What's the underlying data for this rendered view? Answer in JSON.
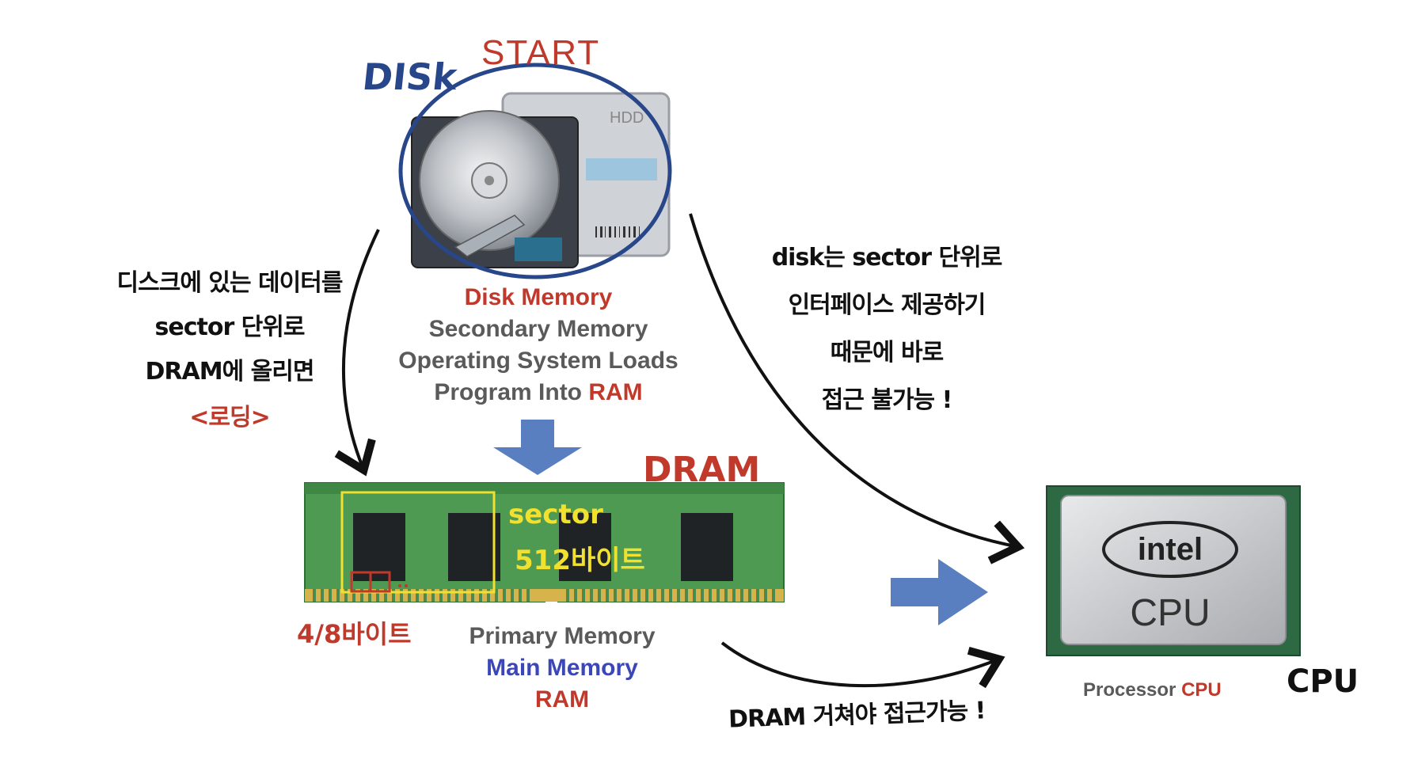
{
  "labels": {
    "start": "START",
    "disk": "DISk",
    "dram": "DRAM",
    "cpu": "CPU",
    "sector": "sector",
    "sector_size": "512바이트",
    "word_size": "4/8바이트",
    "chip_brand": "intel",
    "chip_text": "CPU",
    "hdd_text": "HDD"
  },
  "disk_caption": {
    "line1": "Disk Memory",
    "line2": "Secondary  Memory",
    "line3": "Operating System Loads",
    "line4a": "Program  Into ",
    "line4b": "RAM"
  },
  "ram_caption": {
    "line1": "Primary  Memory",
    "line2": "Main Memory",
    "line3": "RAM"
  },
  "cpu_caption": {
    "prefix": "Processor ",
    "suffix": "CPU"
  },
  "notes": {
    "left": [
      "디스크에 있는 데이터를",
      "sector 단위로",
      "DRAM에 올리면"
    ],
    "left_highlight": "<로딩>",
    "right": [
      "disk는 sector 단위로",
      "인터페이스 제공하기",
      "때문에  바로",
      "접근 불가능 !"
    ],
    "bottom": "DRAM 거쳐야  접근가능 !"
  },
  "colors": {
    "red": "#c0392b",
    "disk_blue": "#28468a",
    "arrow_blue": "#5a7fc0",
    "pcb_green": "#4f9a52",
    "sector_yellow": "#f0e030"
  }
}
